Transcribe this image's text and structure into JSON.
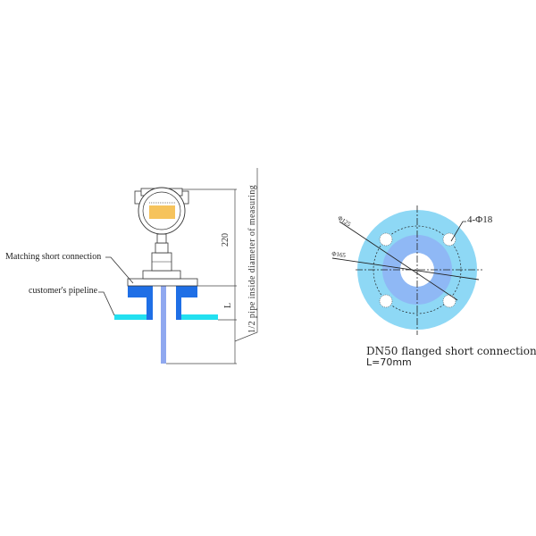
{
  "left_diagram": {
    "labels": {
      "matching_short_connection": "Matching short connection",
      "customers_pipeline": "customer's pipeline",
      "dimension_220": "220",
      "dimension_L": "L",
      "half_pipe_note": "1/2 pipe inside diameter of measuring"
    },
    "colors": {
      "flange_blue": "#1f6fe6",
      "pipeline_cyan": "#22e0f0",
      "probe_blue": "#8fa8f0",
      "display_yellow": "#f6c35c",
      "outline": "#333333"
    }
  },
  "right_diagram": {
    "labels": {
      "bolt_holes": "4-Φ18",
      "pcd_diameter": "Φ125",
      "outer_diameter": "Φ165",
      "caption_line1": "DN50 flanged short connection",
      "caption_line2": "L=70mm"
    },
    "colors": {
      "outer_ring": "#8ed8f5",
      "inner_ring": "#8fb8f5",
      "bore": "#ffffff"
    }
  }
}
